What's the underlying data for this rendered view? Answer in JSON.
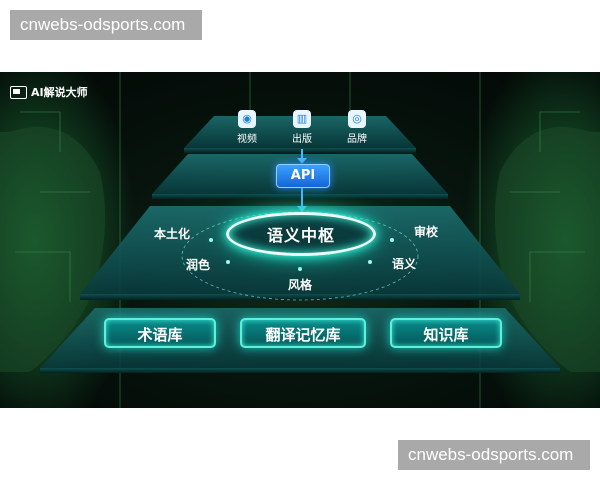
{
  "watermark": {
    "text": "cnwebs-odsports.com"
  },
  "logo": {
    "text": "AI解说大师"
  },
  "top_layer": {
    "items": [
      {
        "label": "视频",
        "icon": "video-icon"
      },
      {
        "label": "出版",
        "icon": "publish-icon"
      },
      {
        "label": "品牌",
        "icon": "brand-icon"
      }
    ]
  },
  "api": {
    "label": "API"
  },
  "hub": {
    "label": "语义中枢",
    "satellites": [
      "本土化",
      "审校",
      "润色",
      "语义",
      "风格"
    ]
  },
  "databases": [
    "术语库",
    "翻译记忆库",
    "知识库"
  ],
  "colors": {
    "background": "#07140d",
    "layer": "#0d4a4c",
    "glow": "#3fffe0",
    "api": "#1f7fdc",
    "watermark_bg": "#a9a9a9"
  }
}
